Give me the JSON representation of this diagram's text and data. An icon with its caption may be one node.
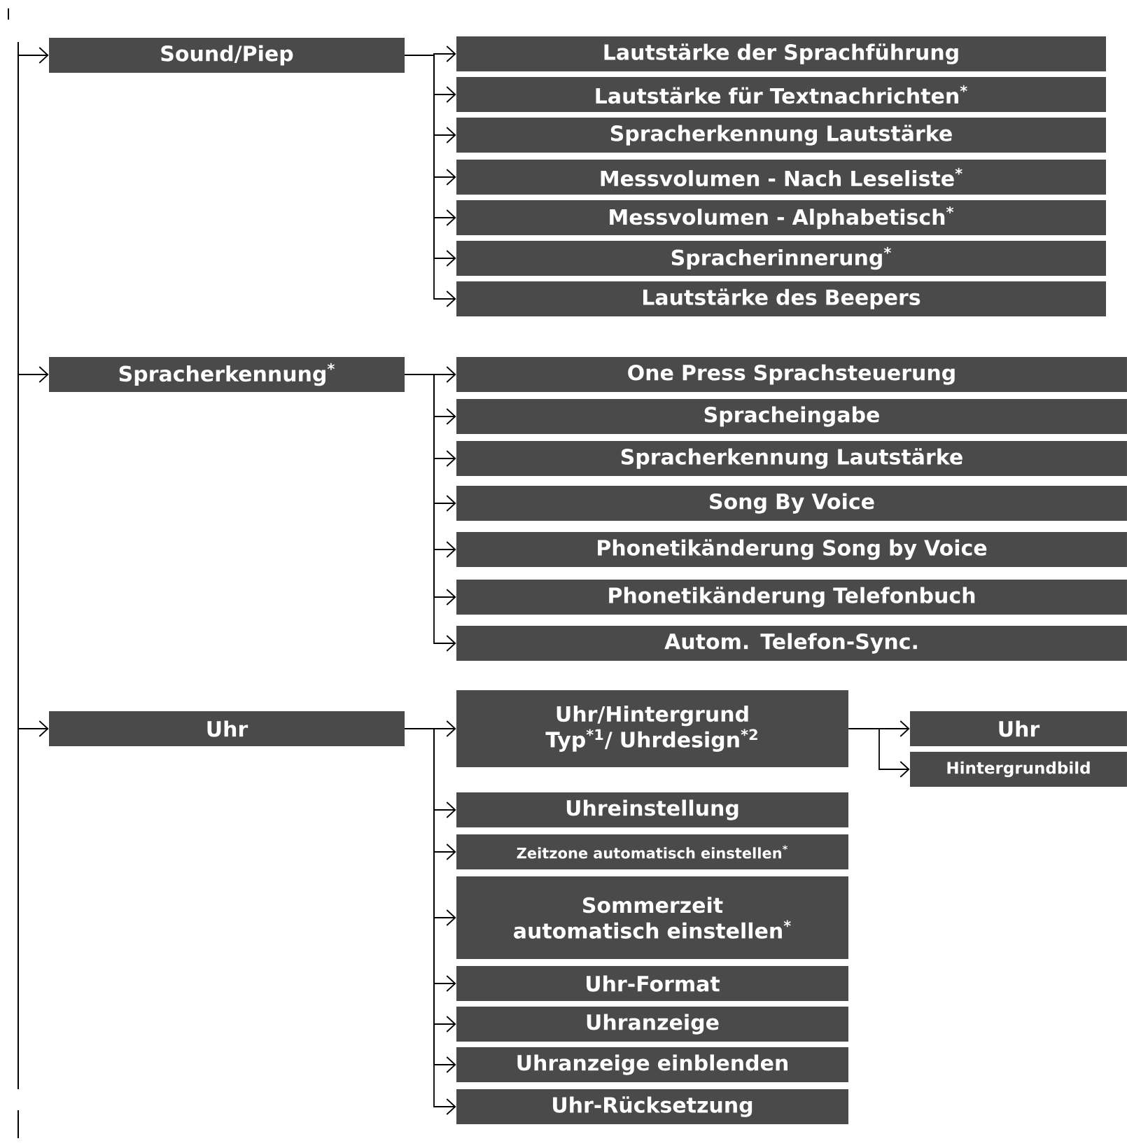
{
  "diagram": {
    "nodes": [
      {
        "text": [
          "Sound/Piep"
        ]
      },
      {
        "text": [
          "Lautstärke der Sprachführung"
        ]
      },
      {
        "text": [
          "Lautstärke für Textnachrichten$^{*}$"
        ]
      },
      {
        "text": [
          "Spracherkennung Lautstärke"
        ]
      },
      {
        "text": [
          "Messvolumen - Nach Leseliste$^{*}$"
        ]
      },
      {
        "text": [
          "Messvolumen - Alphabetisch$^{*}$"
        ]
      },
      {
        "text": [
          "Spracherinnerung$^{*}$"
        ]
      },
      {
        "text": [
          "Lautstärke des Beepers"
        ]
      },
      {
        "text": [
          "Spracherkennung$^{*}$"
        ]
      },
      {
        "text": [
          "One Press Sprachsteuerung"
        ]
      },
      {
        "text": [
          "Spracheingabe"
        ]
      },
      {
        "text": [
          "Spracherkennung Lautstärke"
        ]
      },
      {
        "text": [
          "Song By Voice"
        ]
      },
      {
        "text": [
          "Phonetikänderung Song by Voice"
        ]
      },
      {
        "text": [
          "Phonetikänderung Telefonbuch"
        ]
      },
      {
        "text": [
          "Autom. Telefon-Sync."
        ]
      },
      {
        "text": [
          "Uhr"
        ]
      },
      {
        "text": [
          "Uhr/Hintergrund Typ$^{*1}$/ Uhrdesign$^{*2}$"
        ]
      },
      {
        "text": [
          "Uhr"
        ]
      },
      {
        "text": [
          "Hintergrundbild"
        ]
      },
      {
        "text": [
          "Uhreinstellung"
        ]
      },
      {
        "text": [
          "Zeitzone automatisch einstellen$^{*}$"
        ]
      },
      {
        "text": [
          "Sommerzeit automatisch einstellen$^{*}$"
        ]
      },
      {
        "text": [
          "Uhr-Format"
        ]
      },
      {
        "text": [
          "Uhranzeige"
        ]
      },
      {
        "text": [
          "Uhranzeige einblenden"
        ]
      },
      {
        "text": [
          "Uhr-Rücksetzung"
        ]
      }
    ],
    "edges": [
      {
        "from": null,
        "to": 0,
        "arrow": "to"
      },
      {
        "from": null,
        "to": 8,
        "arrow": "to"
      },
      {
        "from": null,
        "to": 16,
        "arrow": "to"
      },
      {
        "from": 0,
        "to": 1,
        "arrow": "to"
      },
      {
        "from": 0,
        "to": 2,
        "arrow": "to"
      },
      {
        "from": 0,
        "to": 3,
        "arrow": "to"
      },
      {
        "from": 0,
        "to": 4,
        "arrow": "to"
      },
      {
        "from": 0,
        "to": 5,
        "arrow": "to"
      },
      {
        "from": 0,
        "to": 6,
        "arrow": "to"
      },
      {
        "from": 0,
        "to": 7,
        "arrow": "to"
      },
      {
        "from": 8,
        "to": 9,
        "arrow": "to"
      },
      {
        "from": 8,
        "to": 10,
        "arrow": "to"
      },
      {
        "from": 8,
        "to": 11,
        "arrow": "to"
      },
      {
        "from": 8,
        "to": 12,
        "arrow": "to"
      },
      {
        "from": 8,
        "to": 13,
        "arrow": "to"
      },
      {
        "from": 8,
        "to": 14,
        "arrow": "to"
      },
      {
        "from": 8,
        "to": 15,
        "arrow": "to"
      },
      {
        "from": 16,
        "to": 17,
        "arrow": "to"
      },
      {
        "from": 17,
        "to": 18,
        "arrow": "to"
      },
      {
        "from": 17,
        "to": 19,
        "arrow": "to"
      },
      {
        "from": 16,
        "to": 20,
        "arrow": "to"
      },
      {
        "from": 16,
        "to": 21,
        "arrow": "to"
      },
      {
        "from": 16,
        "to": 22,
        "arrow": "to"
      },
      {
        "from": 16,
        "to": 23,
        "arrow": "to"
      },
      {
        "from": 16,
        "to": 24,
        "arrow": "to"
      },
      {
        "from": 16,
        "to": 25,
        "arrow": "to"
      },
      {
        "from": 16,
        "to": 26,
        "arrow": "to"
      }
    ]
  }
}
